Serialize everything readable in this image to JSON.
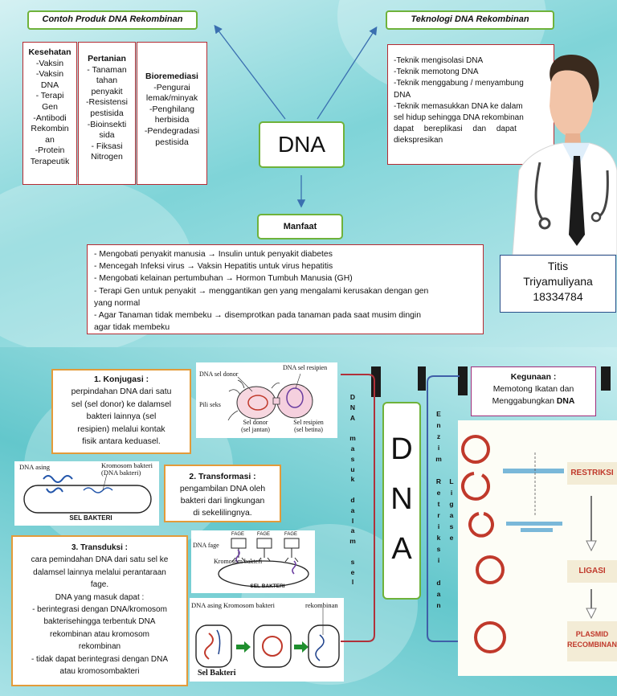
{
  "top": {
    "produk_title": "Contoh Produk DNA Rekombinan",
    "teknologi_title": "Teknologi DNA Rekombinan",
    "kesehatan": {
      "heading": "Kesehatan",
      "lines": [
        "-Vaksin",
        "-Vaksin",
        "DNA",
        "- Terapi",
        "Gen",
        "-Antibodi",
        "Rekombin",
        "an",
        "-Protein",
        "Terapeutik"
      ]
    },
    "pertanian": {
      "heading": "Pertanian",
      "lines": [
        "- Tanaman",
        "tahan",
        "penyakit",
        "-Resistensi",
        "pestisida",
        "-Bioinsekti",
        "sida",
        "- Fiksasi",
        "Nitrogen"
      ]
    },
    "bioremediasi": {
      "heading": "Bioremediasi",
      "lines": [
        "-Pengurai",
        "lemak/minyak",
        "-Penghilang",
        "herbisida",
        "-Pendegradasi",
        "pestisida"
      ]
    },
    "teknologi_lines": [
      "-Teknik mengisolasi DNA",
      "-Teknik memotong DNA",
      "-Teknik menggabung / menyambung",
      "DNA",
      "-Teknik memasukkan DNA ke dalam",
      "sel hidup sehingga DNA rekombinan",
      "dapat bereplikasi dan dapat",
      "diekspresikan"
    ],
    "dna_label": "DNA",
    "manfaat_title": "Manfaat",
    "manfaat_lines": [
      "- Mengobati penyakit manusia  →  Insulin untuk penyakit diabetes",
      "- Mencegah Infeksi virus → Vaksin Hepatitis untuk virus hepatitis",
      "- Mengobati kelainan pertumbuhan → Hormon Tumbuh Manusia (GH)",
      "- Terapi Gen untuk penyakit  →  menggantikan gen yang  mengalami kerusakan dengan gen",
      "yang  normal",
      "- Agar  Tanaman  tidak membeku  →  disemprotkan pada tanaman pada saat musim dingin",
      "agar tidak membeku"
    ],
    "author": {
      "name1": "Titis",
      "name2": "Triyamuliyana",
      "nim": "18334784"
    }
  },
  "bottom": {
    "konjugasi": {
      "title": "1.    Konjugasi :",
      "lines": [
        "perpindahan DNA dari satu",
        "sel (sel donor) ke dalamsel",
        "bakteri lainnya (sel",
        "resipien) melalui kontak",
        "fisik antara keduasel."
      ]
    },
    "konjugasi_img": {
      "donor_label": "DNA sel donor",
      "resipien_label": "DNA sel resipien",
      "pili": "Pili seks",
      "sel_donor": "Sel donor",
      "sel_donor_sub": "(sel jantan)",
      "sel_resipien": "Sel resipien",
      "sel_resipien_sub": "(sel betina)"
    },
    "transformasi": {
      "title": "2.  Transformasi :",
      "lines": [
        "pengambilan DNA oleh",
        "bakteri dari lingkungan",
        "di  sekelilingnya."
      ]
    },
    "transformasi_img": {
      "dna_asing": "DNA asing",
      "kromosom": "Kromosom bakteri",
      "kromosom_sub": "(DNA bakteri)",
      "sel": "SEL BAKTERI"
    },
    "transduksi": {
      "title": "3. Transduksi :",
      "lines": [
        "cara pemindahan DNA dari satu sel ke",
        "dalamsel  lainnya melalui perantaraan",
        "fage.",
        "DNA yang masuk dapat :",
        "- berintegrasi dengan DNA/kromosom",
        "bakterisehingga  terbentuk DNA",
        "rekombinan atau kromosom",
        "rekombinan",
        "-  tidak dapat berintegrasi dengan DNA",
        "atau kromosombakteri"
      ]
    },
    "fage_img": {
      "fage1": "FAGE",
      "fage2": "FAGE",
      "fage3": "FAGE",
      "dna_fage": "DNA fage",
      "kromosom": "Kromosom bakteri",
      "sel": "SEL BAKTERI"
    },
    "rekomb_img": {
      "dna_asing": "DNA asing",
      "kromosom": "Kromosom bakteri",
      "rekombinan": "rekombinan",
      "sel": "Sel Bakteri"
    },
    "vertical_masuk": [
      "D",
      "N",
      "A",
      "",
      "m",
      "a",
      "s",
      "u",
      "k",
      "",
      "d",
      "a",
      "l",
      "a",
      "m",
      "",
      "s",
      "e",
      "l"
    ],
    "dna_letters": [
      "D",
      "N",
      "A"
    ],
    "vertical_enzim": [
      "E",
      "n",
      "z",
      "i",
      "m",
      "",
      "R",
      "e",
      "t",
      "r",
      "i",
      "k",
      "s",
      "i",
      "",
      "d",
      "a",
      "n"
    ],
    "vertical_ligase": [
      "L",
      "i",
      "g",
      "a",
      "s",
      "e"
    ],
    "kegunaan": {
      "title": "Kegunaan :",
      "line1": "Memotong Ikatan dan",
      "line2_prefix": "Menggabungkan ",
      "line2_bold": "DNA"
    },
    "plasmid_img": {
      "restriksi": "RESTRIKSI",
      "ligasi": "LIGASI",
      "plasmid1": "PLASMID",
      "plasmid2": "RECOMBINAN"
    }
  }
}
